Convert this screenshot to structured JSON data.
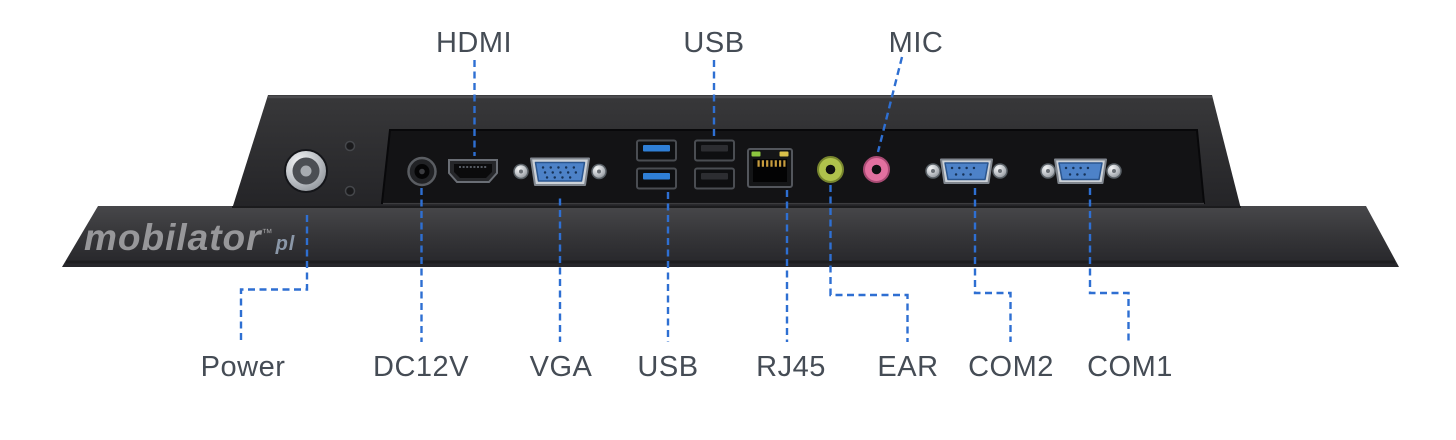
{
  "labels_top": [
    {
      "id": "hdmi",
      "text": "HDMI"
    },
    {
      "id": "usb-top",
      "text": "USB"
    },
    {
      "id": "mic",
      "text": "MIC"
    }
  ],
  "labels_bottom": [
    {
      "id": "power",
      "text": "Power"
    },
    {
      "id": "dc12v",
      "text": "DC12V"
    },
    {
      "id": "vga",
      "text": "VGA"
    },
    {
      "id": "usb-bottom",
      "text": "USB"
    },
    {
      "id": "rj45",
      "text": "RJ45"
    },
    {
      "id": "ear",
      "text": "EAR"
    },
    {
      "id": "com2",
      "text": "COM2"
    },
    {
      "id": "com1",
      "text": "COM1"
    }
  ],
  "logo": {
    "brand": "mobilator",
    "tm": "™",
    "tld": "pl"
  },
  "ports": [
    "power-button",
    "dc12v-jack",
    "hdmi-port",
    "vga-port",
    "usb3-port-stack",
    "usb2-port-stack",
    "rj45-port",
    "ear-audio-jack",
    "mic-audio-jack",
    "com2-serial-port",
    "com1-serial-port"
  ],
  "colors": {
    "leader_line": "#2e6fd2",
    "label_text": "#454c55",
    "device_dark": "#2c2c2e",
    "dsub_blue": "#4d82c8",
    "usb3_blue": "#2f7fd6",
    "ear_green": "#b0c24c",
    "mic_pink": "#e2709f",
    "rj45_led_green": "#8cc63f",
    "rj45_led_amber": "#d9c04a"
  }
}
